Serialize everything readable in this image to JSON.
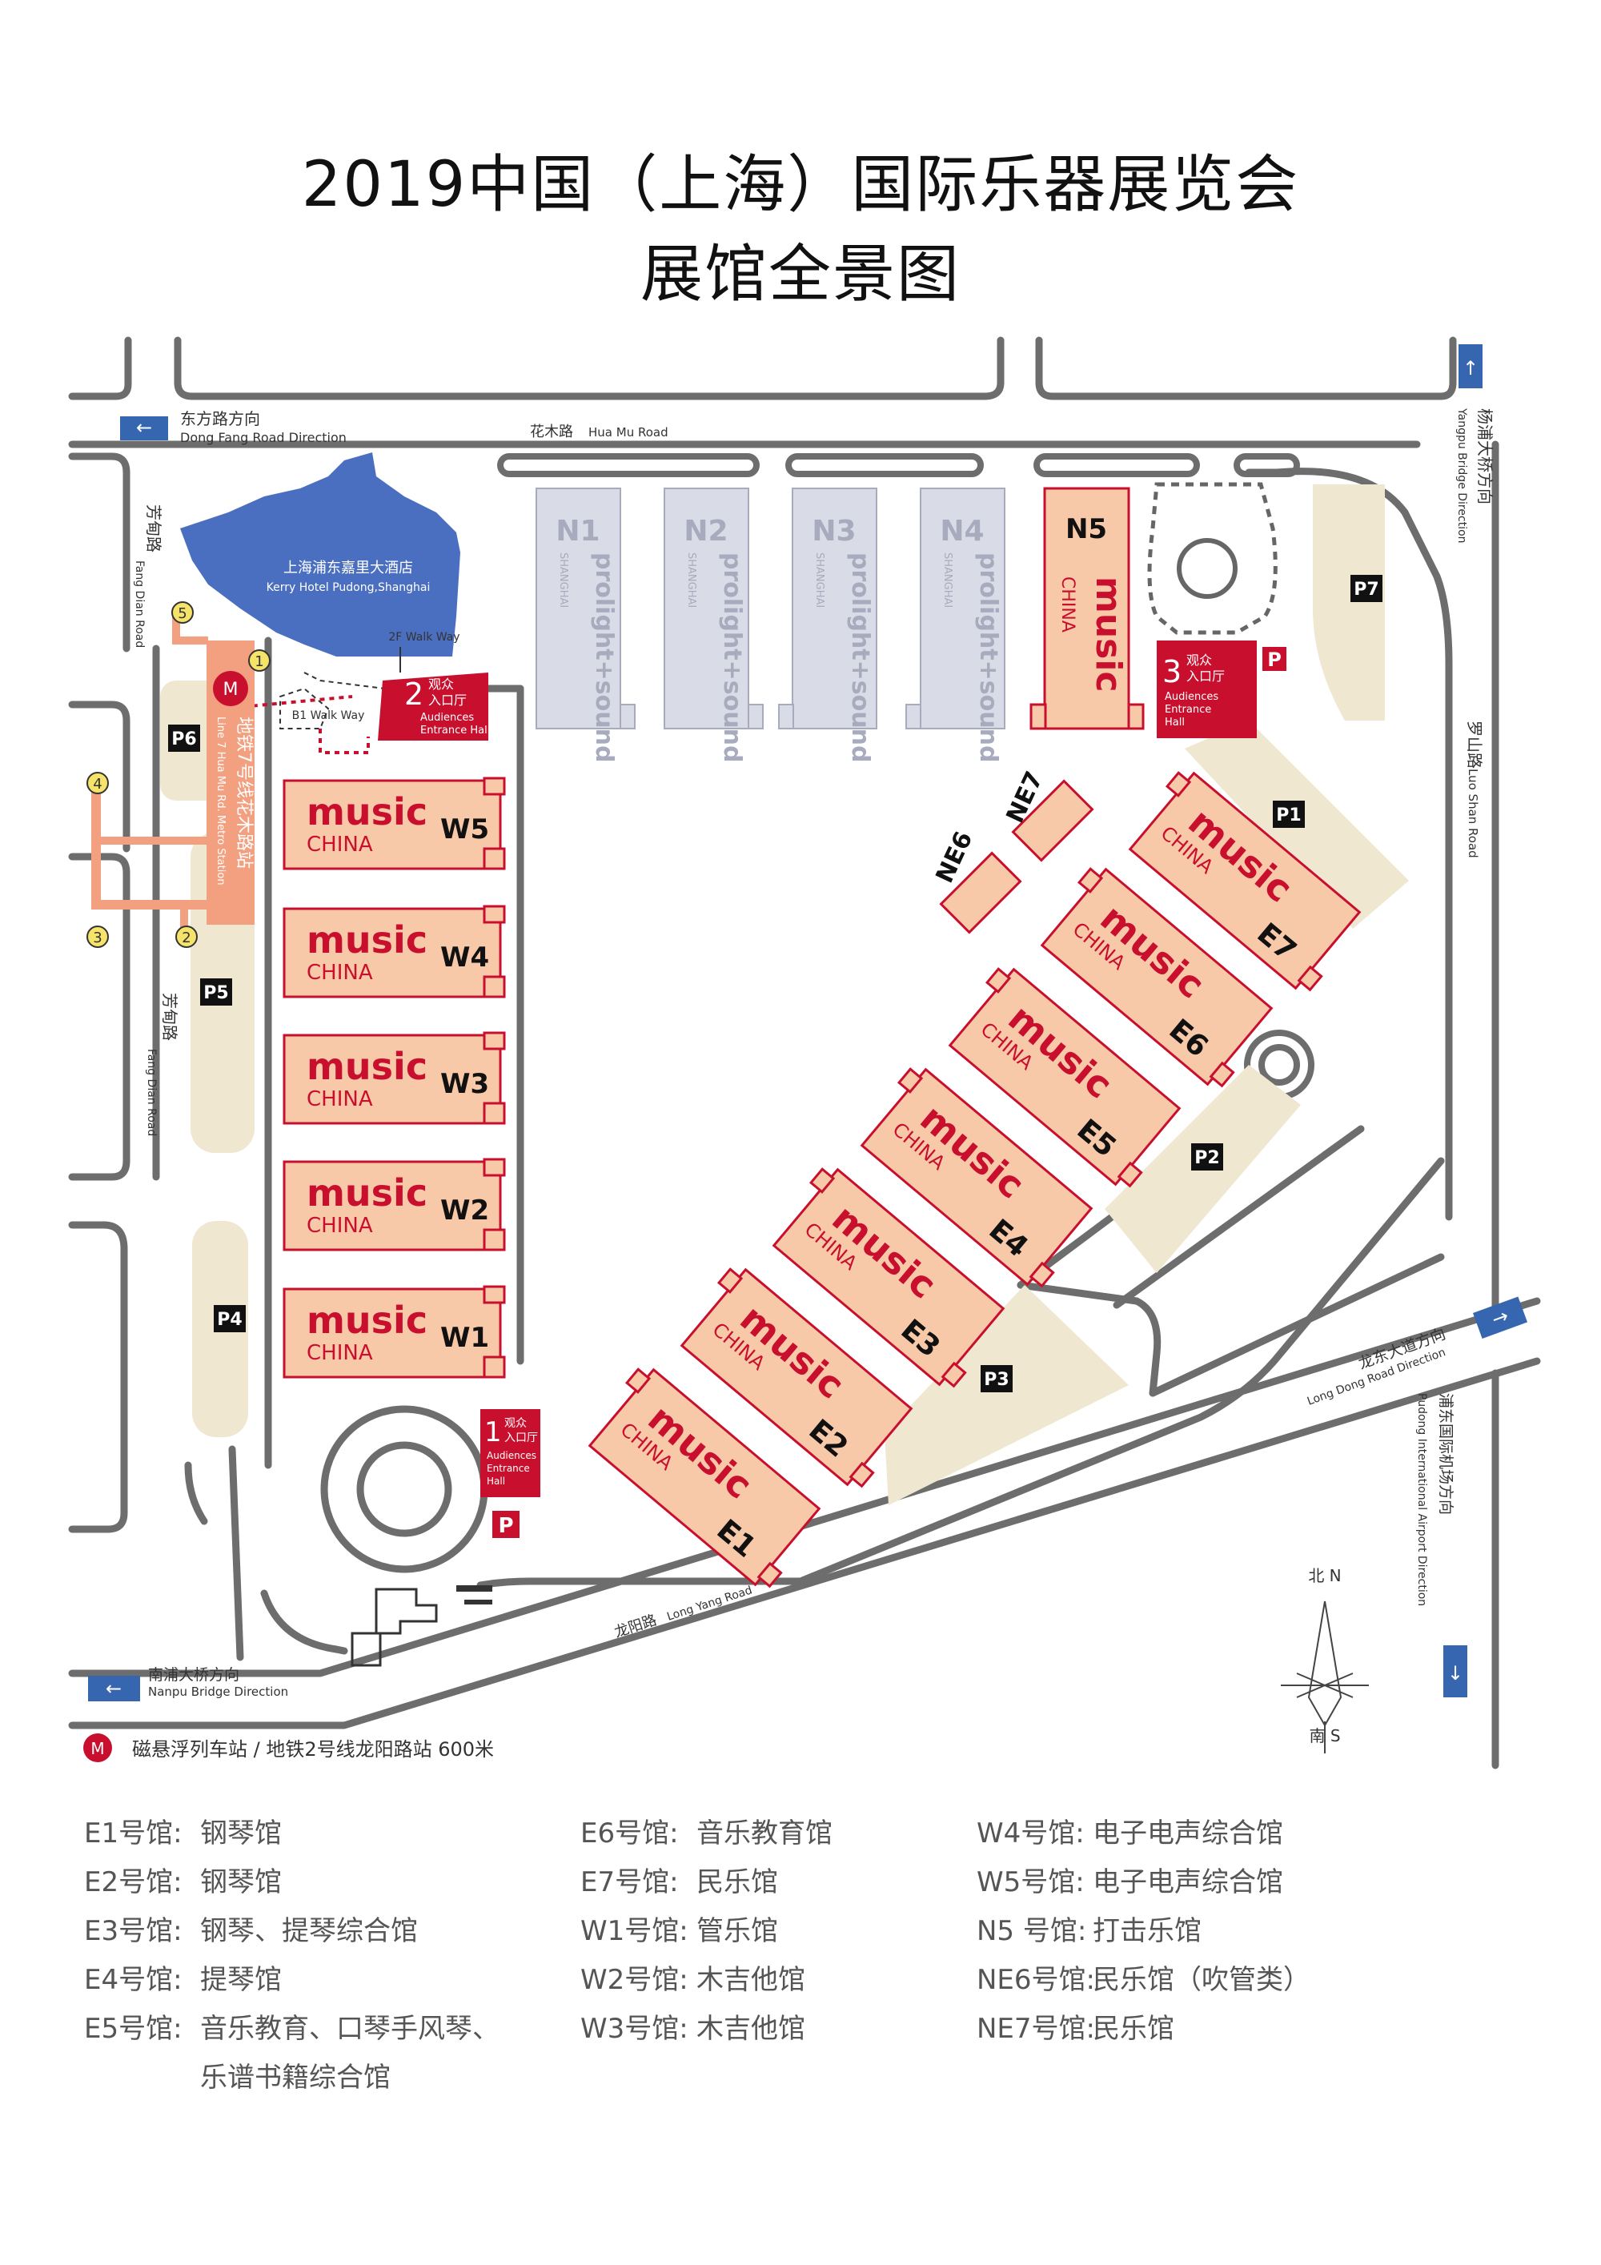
{
  "title": {
    "line1": "2019中国（上海）国际乐器展览会",
    "line2": "展馆全景图"
  },
  "colors": {
    "hall_fill": "#f8c9a8",
    "hall_stroke": "#c8102e",
    "gray_hall": "#d9dbe6",
    "gray_stroke": "#a8abbd",
    "parking": "#f0e7d1",
    "road": "#6d6d6d",
    "hotel": "#4a6fc0",
    "metro": "#f2a07f",
    "arrow": "#3766b1"
  },
  "roads": {
    "dong_fang": {
      "zh": "东方路方向",
      "en": "Dong Fang Road Direction"
    },
    "hua_mu": {
      "zh": "花木路",
      "en": "Hua Mu Road"
    },
    "yangpu": {
      "zh": "杨浦大桥方向",
      "en": "Yangpu Bridge Direction"
    },
    "fang_dian_top": {
      "zh": "芳甸路",
      "en": "Fang Dian Road"
    },
    "fang_dian_mid": {
      "zh": "芳甸路",
      "en": "Fang Dian Road"
    },
    "luo_shan": {
      "zh": "罗山路",
      "en": "Luo Shan Road"
    },
    "long_dong": {
      "zh": "龙东大道方向",
      "en": "Long Dong Road Direction"
    },
    "pudong_airport": {
      "zh": "浦东国际机场方向",
      "en": "Pudong International Airport Direction"
    },
    "long_yang": {
      "zh": "龙阳路",
      "en": "Long Yang Road"
    },
    "nanpu": {
      "zh": "南浦大桥方向",
      "en": "Nanpu Bridge Direction"
    }
  },
  "hotel": {
    "zh": "上海浦东嘉里大酒店",
    "en": "Kerry Hotel Pudong,Shanghai"
  },
  "walkway_2f": "2F Walk Way",
  "walkway_b1": "B1 Walk Way",
  "metro": {
    "zh": "地铁7号线花木路站",
    "en": "Line 7 Hua Mu Rd. Metro Station"
  },
  "exits": [
    "1",
    "2",
    "3",
    "4",
    "5"
  ],
  "entrances": [
    {
      "num": "1",
      "zh1": "观众",
      "zh2": "入口厅",
      "en1": "Audiences",
      "en2": "Entrance",
      "en3": "Hall"
    },
    {
      "num": "2",
      "zh1": "观众",
      "zh2": "入口厅",
      "en1": "Audiences",
      "en2": "Entrance Hall"
    },
    {
      "num": "3",
      "zh1": "观众",
      "zh2": "入口厅",
      "en1": "Audiences",
      "en2": "Entrance",
      "en3": "Hall"
    }
  ],
  "parking_lots": [
    "P1",
    "P2",
    "P3",
    "P4",
    "P5",
    "P6",
    "P7"
  ],
  "parking_symbol": "P",
  "north_halls": [
    {
      "id": "N1",
      "brand": "prolight+sound",
      "sub": "SHANGHAI"
    },
    {
      "id": "N2",
      "brand": "prolight+sound",
      "sub": "SHANGHAI"
    },
    {
      "id": "N3",
      "brand": "prolight+sound",
      "sub": "SHANGHAI"
    },
    {
      "id": "N4",
      "brand": "prolight+sound",
      "sub": "SHANGHAI"
    }
  ],
  "n5": {
    "id": "N5",
    "brand": "music",
    "sub": "CHINA"
  },
  "west_halls": [
    {
      "id": "W5",
      "brand": "music",
      "sub": "CHINA"
    },
    {
      "id": "W4",
      "brand": "music",
      "sub": "CHINA"
    },
    {
      "id": "W3",
      "brand": "music",
      "sub": "CHINA"
    },
    {
      "id": "W2",
      "brand": "music",
      "sub": "CHINA"
    },
    {
      "id": "W1",
      "brand": "music",
      "sub": "CHINA"
    }
  ],
  "east_halls": [
    {
      "id": "E7",
      "brand": "music",
      "sub": "CHINA"
    },
    {
      "id": "E6",
      "brand": "music",
      "sub": "CHINA"
    },
    {
      "id": "E5",
      "brand": "music",
      "sub": "CHINA"
    },
    {
      "id": "E4",
      "brand": "music",
      "sub": "CHINA"
    },
    {
      "id": "E3",
      "brand": "music",
      "sub": "CHINA"
    },
    {
      "id": "E2",
      "brand": "music",
      "sub": "CHINA"
    },
    {
      "id": "E1",
      "brand": "music",
      "sub": "CHINA"
    }
  ],
  "small_halls": [
    "NE6",
    "NE7"
  ],
  "compass": {
    "north": "北 N",
    "south": "南 S"
  },
  "bottom_note": "磁悬浮列车站 / 地铁2号线龙阳路站  600米",
  "legend": [
    [
      {
        "k": "E1号馆:",
        "v": "钢琴馆"
      },
      {
        "k": "E2号馆:",
        "v": "钢琴馆"
      },
      {
        "k": "E3号馆:",
        "v": "钢琴、提琴综合馆"
      },
      {
        "k": "E4号馆:",
        "v": "提琴馆"
      },
      {
        "k": "E5号馆:",
        "v": "音乐教育、口琴手风琴、"
      },
      {
        "k": "",
        "v": "乐谱书籍综合馆"
      }
    ],
    [
      {
        "k": "E6号馆:",
        "v": "音乐教育馆"
      },
      {
        "k": "E7号馆:",
        "v": "民乐馆"
      },
      {
        "k": "W1号馆:",
        "v": "管乐馆"
      },
      {
        "k": "W2号馆:",
        "v": "木吉他馆"
      },
      {
        "k": "W3号馆:",
        "v": "木吉他馆"
      }
    ],
    [
      {
        "k": "W4号馆:",
        "v": "电子电声综合馆"
      },
      {
        "k": "W5号馆:",
        "v": "电子电声综合馆"
      },
      {
        "k": "N5 号馆:",
        "v": "打击乐馆"
      },
      {
        "k": "NE6号馆:",
        "v": "民乐馆（吹管类）"
      },
      {
        "k": "NE7号馆:",
        "v": "民乐馆"
      }
    ]
  ]
}
